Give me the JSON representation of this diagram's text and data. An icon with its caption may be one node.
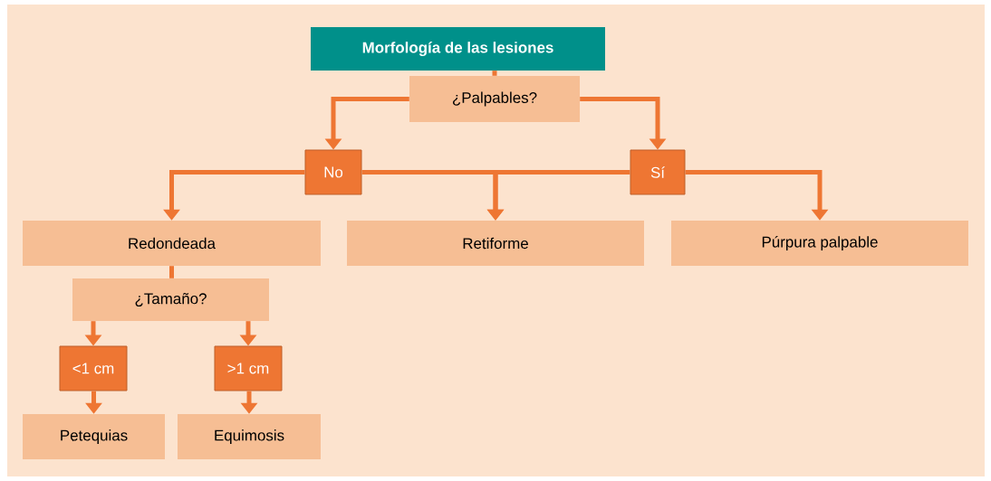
{
  "diagram": {
    "nodes": [
      {
        "text": [
          "Morfología de las lesiones"
        ]
      },
      {
        "text": [
          "¿Palpables?"
        ]
      },
      {
        "text": [
          "No"
        ]
      },
      {
        "text": [
          "Sí"
        ]
      },
      {
        "text": [
          "Redondeada"
        ]
      },
      {
        "text": [
          "Retiforme"
        ]
      },
      {
        "text": [
          "Púrpura palpable"
        ]
      },
      {
        "text": [
          "¿Tamaño?"
        ]
      },
      {
        "text": [
          "<1 cm"
        ]
      },
      {
        "text": [
          ">1 cm"
        ]
      },
      {
        "text": [
          "Petequias"
        ]
      },
      {
        "text": [
          "Equimosis"
        ]
      }
    ],
    "edges": [
      {
        "from": 0,
        "to": 1,
        "arrow": "none"
      },
      {
        "from": 1,
        "to": 2,
        "arrow": "to"
      },
      {
        "from": 1,
        "to": 3,
        "arrow": "to"
      },
      {
        "from": 2,
        "to": 4,
        "arrow": "to"
      },
      {
        "from": 2,
        "to": 5,
        "arrow": "to"
      },
      {
        "from": 3,
        "to": 5,
        "arrow": "to"
      },
      {
        "from": 3,
        "to": 6,
        "arrow": "to"
      },
      {
        "from": 4,
        "to": 7,
        "arrow": "none"
      },
      {
        "from": 7,
        "to": 8,
        "arrow": "to"
      },
      {
        "from": 7,
        "to": 9,
        "arrow": "to"
      },
      {
        "from": 8,
        "to": 10,
        "arrow": "to"
      },
      {
        "from": 9,
        "to": 11,
        "arrow": "to"
      }
    ]
  }
}
